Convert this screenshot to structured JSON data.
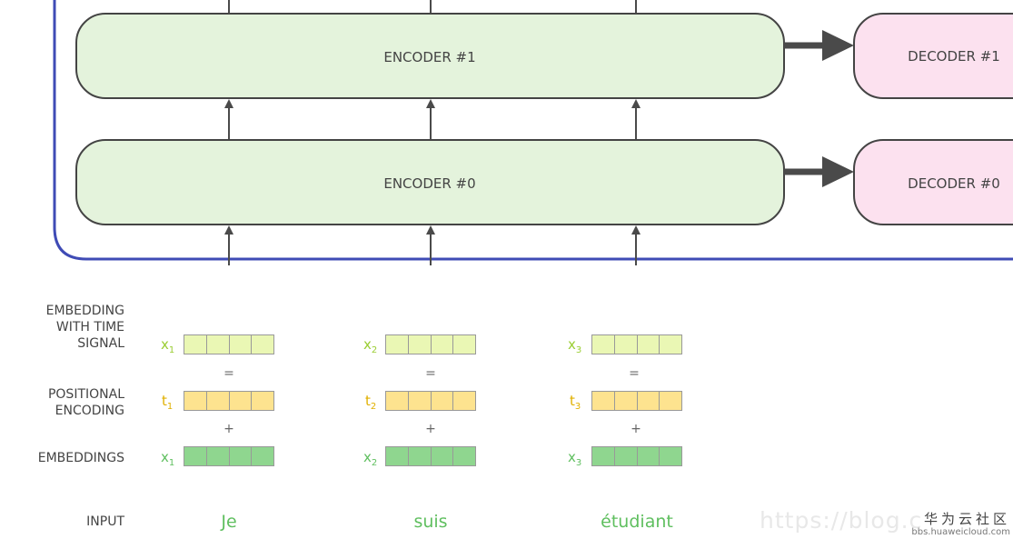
{
  "encoders": [
    {
      "label": "ENCODER #1"
    },
    {
      "label": "ENCODER #0"
    }
  ],
  "decoders": [
    {
      "label": "DECODER #1"
    },
    {
      "label": "DECODER #0"
    }
  ],
  "row_labels": {
    "embedding_with_time_signal": [
      "EMBEDDING",
      "WITH TIME",
      "SIGNAL"
    ],
    "positional_encoding": [
      "POSITIONAL",
      "ENCODING"
    ],
    "embeddings": [
      "EMBEDDINGS"
    ],
    "input": [
      "INPUT"
    ]
  },
  "columns": [
    {
      "signal_base": "x",
      "signal_sub": "1",
      "pos_base": "t",
      "pos_sub": "1",
      "emb_base": "x",
      "emb_sub": "1",
      "word": "Je",
      "eq": "=",
      "plus": "+"
    },
    {
      "signal_base": "x",
      "signal_sub": "2",
      "pos_base": "t",
      "pos_sub": "2",
      "emb_base": "x",
      "emb_sub": "2",
      "word": "suis",
      "eq": "=",
      "plus": "+"
    },
    {
      "signal_base": "x",
      "signal_sub": "3",
      "pos_base": "t",
      "pos_sub": "3",
      "emb_base": "x",
      "emb_sub": "3",
      "word": "étudiant",
      "eq": "=",
      "plus": "+"
    }
  ],
  "watermark": {
    "text": "https://blog.c",
    "brand_name": "华为云社区",
    "brand_url": "bbs.huaweicloud.com"
  },
  "colors": {
    "encoder_fill": "#e4f3dc",
    "decoder_fill": "#fce1ef",
    "container_stroke": "#3f4bb5",
    "arrow": "#4a4a4a",
    "signal_fill": "#eaf7b4",
    "signal_label": "#9acd32",
    "positional_fill": "#fde38f",
    "positional_label": "#e0b000",
    "embedding_fill": "#8fd68f",
    "embedding_label": "#5fbf5f"
  }
}
